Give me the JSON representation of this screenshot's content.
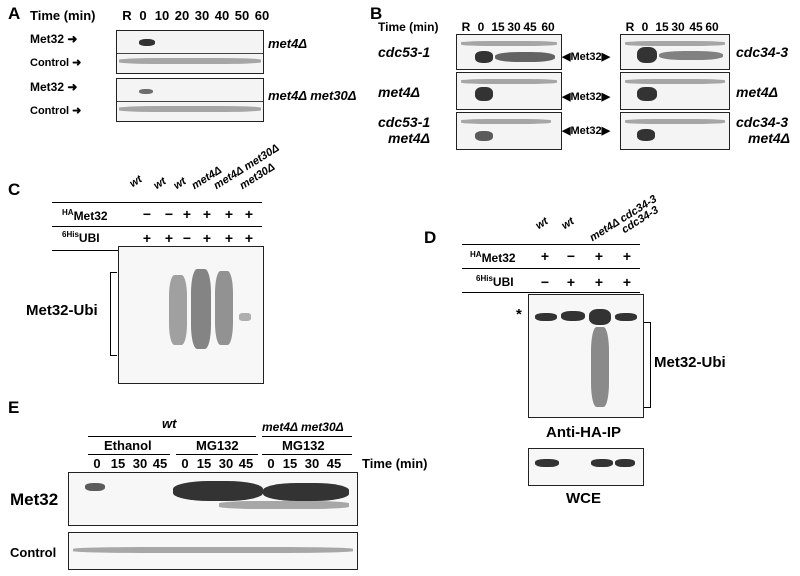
{
  "panelA": {
    "label": "A",
    "time_label": "Time (min)",
    "lanes": [
      "R",
      "0",
      "10",
      "20",
      "30",
      "40",
      "50",
      "60"
    ],
    "row1_met32": "Met32",
    "row1_control": "Control",
    "row1_strain": "met4Δ",
    "row2_met32": "Met32",
    "row2_control": "Control",
    "row2_strain": "met4Δ met30Δ"
  },
  "panelB": {
    "label": "B",
    "time_label": "Time (min)",
    "lanes": [
      "R",
      "0",
      "15",
      "30",
      "45",
      "60"
    ],
    "left_strains": [
      "cdc53-1",
      "met4Δ",
      "cdc53-1\nmet4Δ"
    ],
    "left_strain_line1": [
      "cdc53-1",
      "met4Δ",
      "cdc53-1"
    ],
    "left_strain_line2": [
      "",
      "",
      "met4Δ"
    ],
    "right_strain_line1": [
      "cdc34-3",
      "met4Δ",
      "cdc34-3"
    ],
    "right_strain_line2": [
      "",
      "",
      "met4Δ"
    ],
    "marker": "Met32"
  },
  "panelC": {
    "label": "C",
    "strains": [
      "wt",
      "wt",
      "wt",
      "met4Δ",
      "met4Δ met30Δ",
      "met30Δ"
    ],
    "row1_label": "Met32",
    "row1_sup": "HA",
    "row1_signs": [
      "−",
      "−",
      "+",
      "+",
      "+",
      "+"
    ],
    "row2_label": "UBI",
    "row2_sup": "6His",
    "row2_signs": [
      "+",
      "+",
      "−",
      "+",
      "+",
      "+"
    ],
    "smear_label": "Met32-Ubi"
  },
  "panelD": {
    "label": "D",
    "strains": [
      "wt",
      "wt",
      "met4Δ cdc34-3",
      "cdc34-3"
    ],
    "row1_label": "Met32",
    "row1_sup": "HA",
    "row1_signs": [
      "+",
      "−",
      "+",
      "+"
    ],
    "row2_label": "UBI",
    "row2_sup": "6His",
    "row2_signs": [
      "−",
      "+",
      "+",
      "+"
    ],
    "asterisk": "*",
    "smear_label": "Met32-Ubi",
    "ip_label": "Anti-HA-IP",
    "wce_label": "WCE"
  },
  "panelE": {
    "label": "E",
    "group1": "wt",
    "group2": "met4Δ met30Δ",
    "sub1": "Ethanol",
    "sub2": "MG132",
    "sub3": "MG132",
    "lanes": [
      "0",
      "15",
      "30",
      "45",
      "0",
      "15",
      "30",
      "45",
      "0",
      "15",
      "30",
      "45"
    ],
    "time_label": "Time (min)",
    "row1": "Met32",
    "row2": "Control"
  }
}
